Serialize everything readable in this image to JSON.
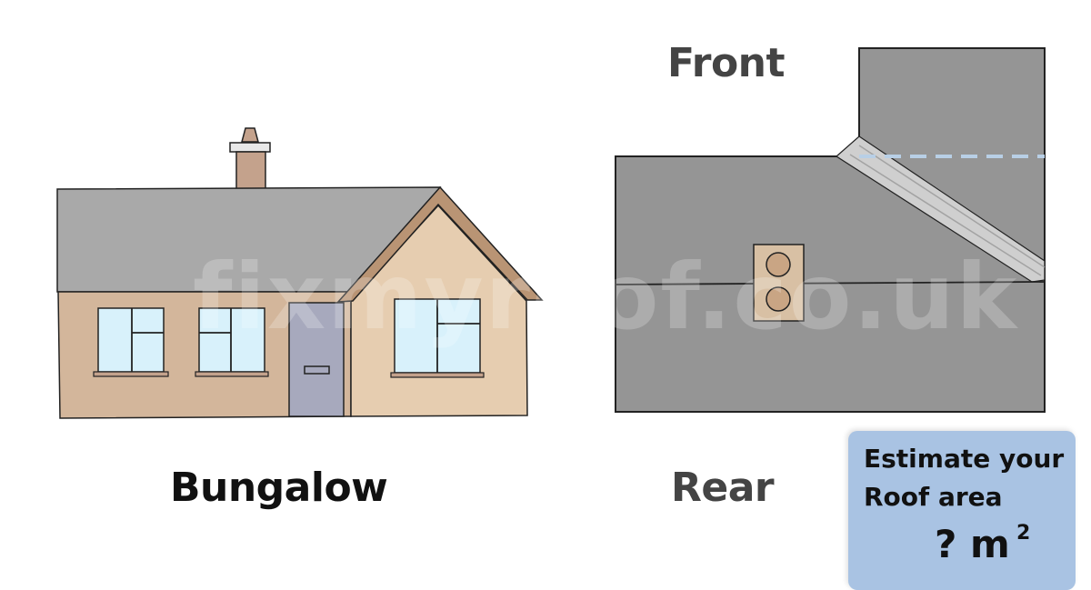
{
  "labels": {
    "front": "Front",
    "bungalow": "Bungalow",
    "rear": "Rear"
  },
  "watermark": "fixmyroof.co.uk",
  "estimate": {
    "line1": "Estimate your",
    "line2": "Roof area",
    "unit": "? m",
    "superscript": "2"
  },
  "colors": {
    "roof_gray": "#a9a9a9",
    "plan_gray": "#959595",
    "wall_tan": "#d3b69b",
    "gable_tan": "#e6cdb0",
    "door_gray": "#a7a9bd",
    "window_blue": "#d8f1fb",
    "chimney_brown": "#c4a28c",
    "ridge_light": "#cfcfcf",
    "dash_blue": "#b8cfe6",
    "card_blue": "#a9c3e3"
  }
}
